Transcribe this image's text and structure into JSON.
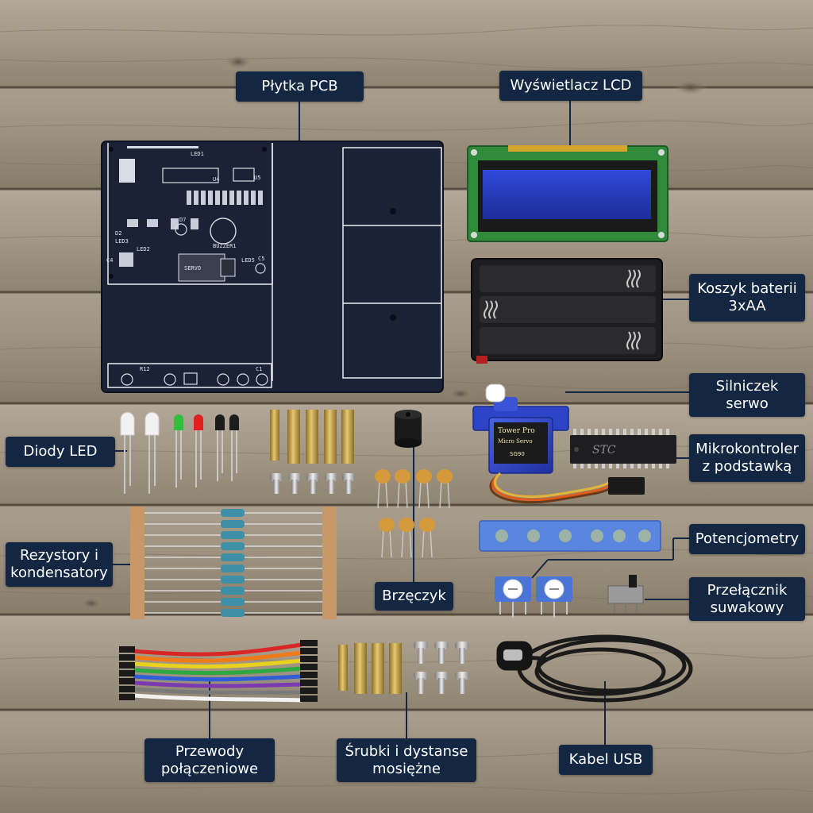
{
  "labels": {
    "pcb": "Płytka PCB",
    "lcd": "Wyświetlacz LCD",
    "battery": "Koszyk baterii\n3xAA",
    "servo": "Silniczek\nserwo",
    "mcu": "Mikrokontroler\nz podstawką",
    "leds": "Diody LED",
    "pots": "Potencjometry",
    "resistors": "Rezystory i\nkondensatory",
    "buzzer": "Brzęczyk",
    "switch": "Przełącznik\nsuwakowy",
    "wires": "Przewody\npołączeniowe",
    "screws": "Śrubki i dystanse\nmosiężne",
    "usb": "Kabel USB"
  },
  "silkscreen": {
    "led1": "LED1",
    "u4": "U4",
    "u5": "U5",
    "buzzer": "BUZZER1",
    "servo": "SERVO",
    "d2": "D2",
    "d7": "D7",
    "led3": "LED3",
    "led2": "LED2",
    "led5": "LED5",
    "c5": "C5",
    "c4": "C4",
    "r12": "R12",
    "c1": "C1"
  },
  "servo_sticker": {
    "brand": "Tower Pro",
    "model": "Micro Servo",
    "code": "SG90"
  },
  "mcu_marking": "STC",
  "colors": {
    "label_bg": "#132743",
    "label_text": "#ffffff",
    "pcb": "#1c2236",
    "lcd_board": "#2f8a3a",
    "lcd_screen": "#2a3fc4",
    "servo": "#2d44c9",
    "brass": "#c9a54d"
  }
}
